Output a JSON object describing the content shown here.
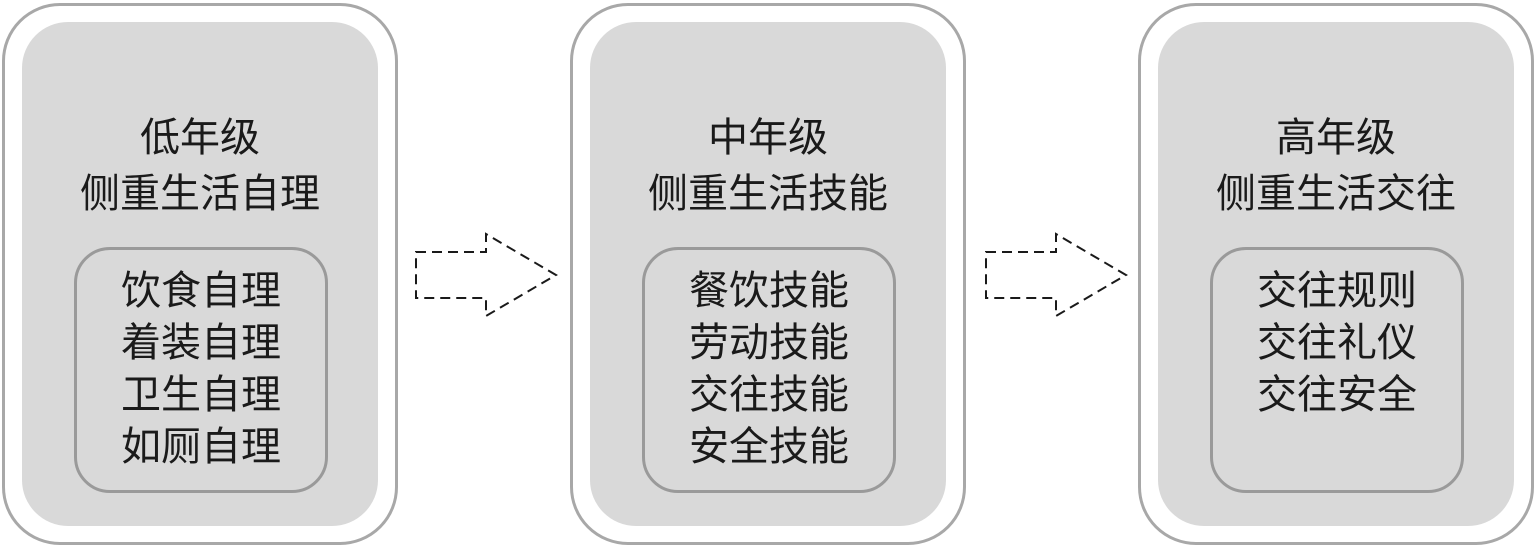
{
  "stages": [
    {
      "title": "低年级",
      "subtitle": "侧重生活自理",
      "items": [
        "饮食自理",
        "着装自理",
        "卫生自理",
        "如厕自理"
      ]
    },
    {
      "title": "中年级",
      "subtitle": "侧重生活技能",
      "items": [
        "餐饮技能",
        "劳动技能",
        "交往技能",
        "安全技能"
      ]
    },
    {
      "title": "高年级",
      "subtitle": "侧重生活交往",
      "items": [
        "交往规则",
        "交往礼仪",
        "交往安全"
      ]
    }
  ],
  "colors": {
    "stage_fill": "#d9d9d9",
    "stage_border": "#a8a8a8",
    "inner_border": "#9a9a9a",
    "arrow_stroke": "#1a1a1a"
  }
}
